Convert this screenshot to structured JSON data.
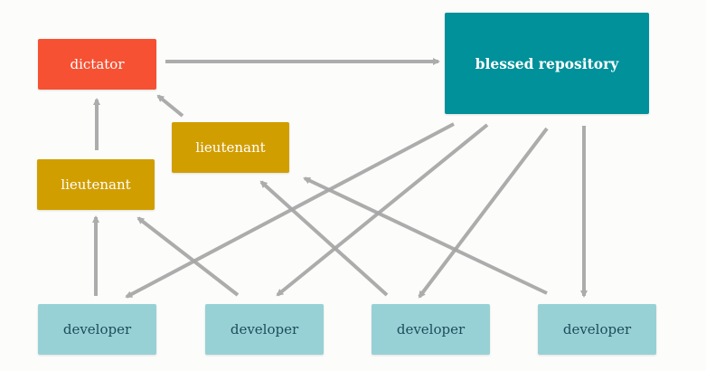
{
  "colors": {
    "dictator": "#f65133",
    "blessed": "#01919a",
    "lieutenant": "#d19e00",
    "developer": "#98d1d5",
    "developer_text": "#1c4c5b",
    "arrow": "#a6a6a6"
  },
  "nodes": {
    "dictator": {
      "label": "dictator"
    },
    "blessed_repository": {
      "label": "blessed repository"
    },
    "lieutenant_left": {
      "label": "lieutenant"
    },
    "lieutenant_middle": {
      "label": "lieutenant"
    },
    "developers": [
      {
        "label": "developer"
      },
      {
        "label": "developer"
      },
      {
        "label": "developer"
      },
      {
        "label": "developer"
      }
    ]
  },
  "edges": [
    {
      "from": "dictator",
      "to": "blessed_repository"
    },
    {
      "from": "lieutenant_left",
      "to": "dictator"
    },
    {
      "from": "lieutenant_middle",
      "to": "dictator"
    },
    {
      "from": "developer_1",
      "to": "lieutenant_left"
    },
    {
      "from": "developer_2",
      "to": "lieutenant_left"
    },
    {
      "from": "developer_3",
      "to": "lieutenant_middle"
    },
    {
      "from": "developer_4",
      "to": "lieutenant_middle"
    },
    {
      "from": "blessed_repository",
      "to": "developer_1"
    },
    {
      "from": "blessed_repository",
      "to": "developer_2"
    },
    {
      "from": "blessed_repository",
      "to": "developer_3"
    },
    {
      "from": "blessed_repository",
      "to": "developer_4"
    }
  ]
}
